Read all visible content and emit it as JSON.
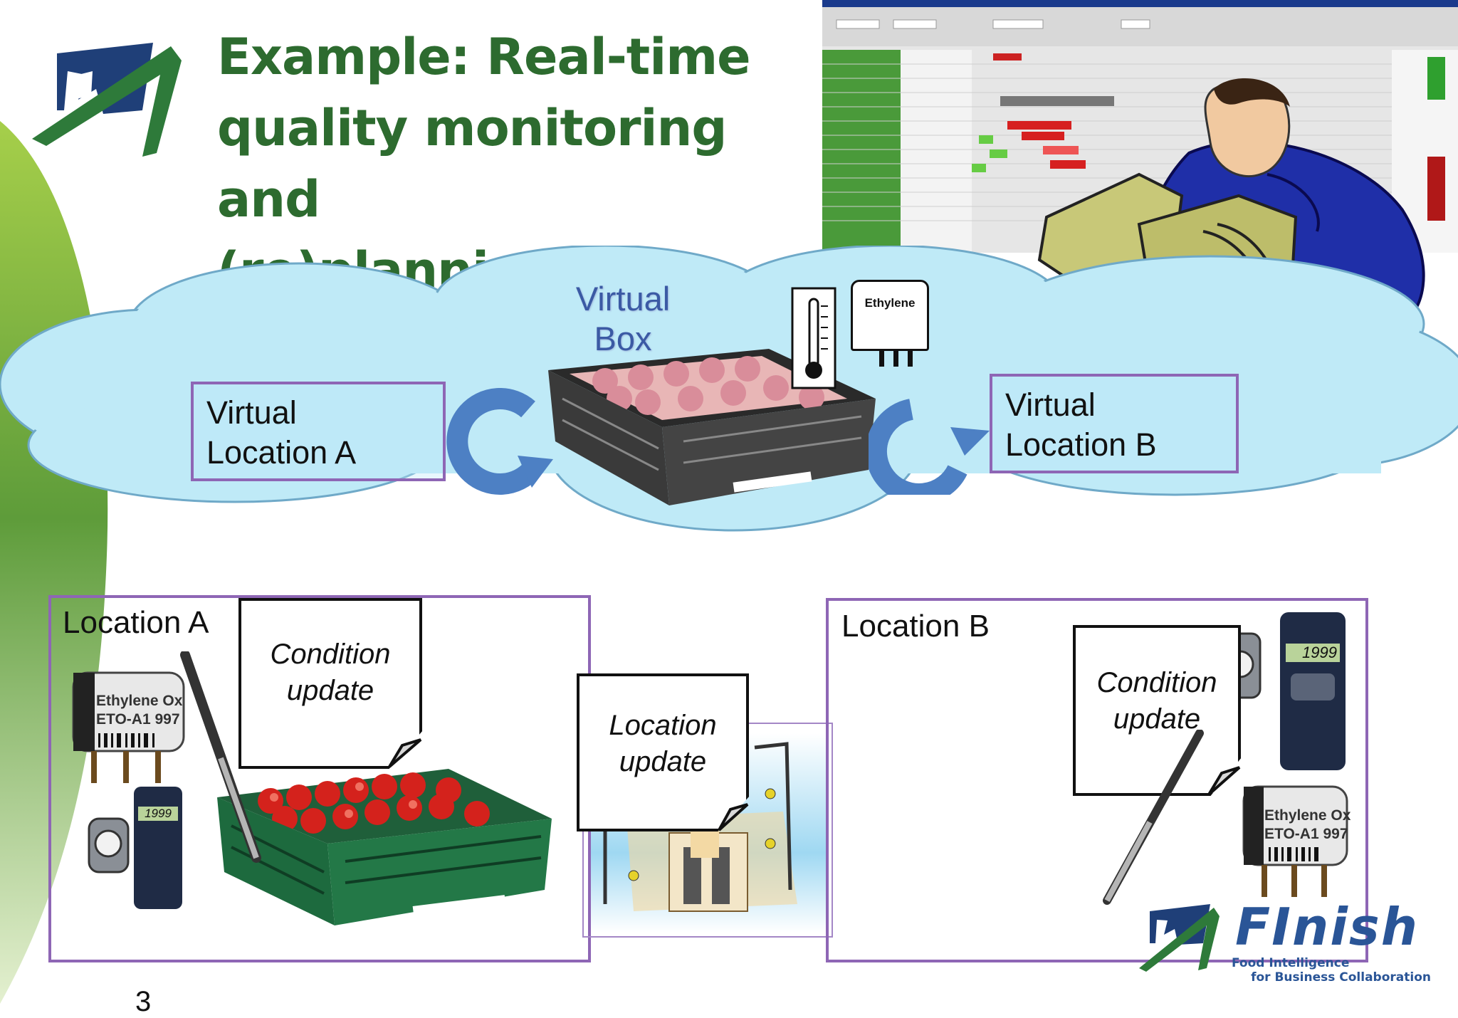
{
  "slide": {
    "title_lines": [
      "Example: Real-time",
      "quality monitoring and",
      "(re)planning"
    ],
    "page_number": "3"
  },
  "cloud": {
    "virtual_box_lines": [
      "Virtual",
      "Box"
    ],
    "virtual_location_a_lines": [
      "Virtual",
      "Location A"
    ],
    "virtual_location_b_lines": [
      "Virtual",
      "Location B"
    ],
    "ethylene_label": "Ethylene"
  },
  "location_a": {
    "label": "Location A",
    "note_lines": [
      "Condition",
      "update"
    ],
    "sensor_label_lines": [
      "Ethylene Ox",
      "ETO-A1 997"
    ],
    "meter_reading": "1999"
  },
  "location_update": {
    "note_lines": [
      "Location",
      "update"
    ]
  },
  "location_b": {
    "label": "Location B",
    "note_lines": [
      "Condition",
      "update"
    ],
    "sensor_label_lines": [
      "Ethylene Ox",
      "ETO-A1 997"
    ],
    "meter_reading": "1999"
  },
  "brand": {
    "name": "FInish",
    "tagline_lines": [
      "Food Intelligence",
      "for Business Collaboration"
    ]
  },
  "colors": {
    "title_green": "#2d6b2f",
    "frame_purple": "#8e66b5",
    "cloud_blue": "#bfeaf7",
    "arrow_blue": "#4d80c4",
    "brand_blue": "#2a5597"
  }
}
